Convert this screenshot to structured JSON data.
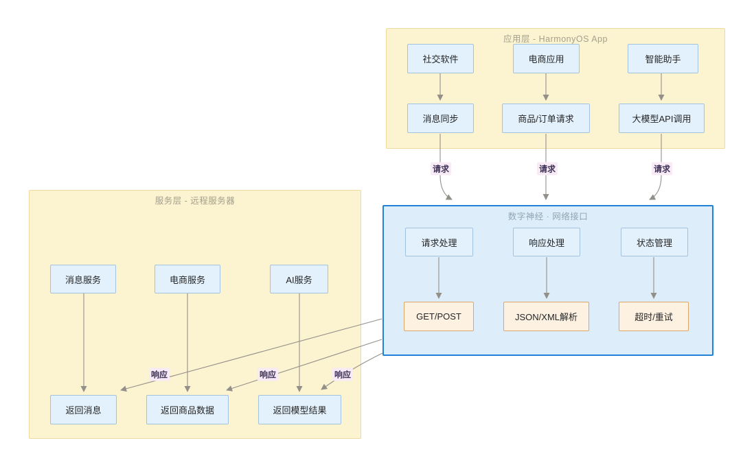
{
  "containers": {
    "app_layer": {
      "title": "应用层 - HarmonyOS App",
      "nodes": {
        "social": "社交软件",
        "ecommerce": "电商应用",
        "assistant": "智能助手",
        "message_sync": "消息同步",
        "order_request": "商品/订单请求",
        "llm_api_call": "大模型API调用"
      }
    },
    "network_layer": {
      "title": "数字神经 · 网络接口",
      "nodes": {
        "request_handling": "请求处理",
        "response_handling": "响应处理",
        "state_management": "状态管理",
        "get_post": "GET/POST",
        "json_xml_parse": "JSON/XML解析",
        "timeout_retry": "超时/重试"
      }
    },
    "service_layer": {
      "title": "服务层 - 远程服务器",
      "nodes": {
        "message_service": "消息服务",
        "ecommerce_service": "电商服务",
        "ai_service": "AI服务",
        "return_message": "返回消息",
        "return_goods_data": "返回商品数据",
        "return_model_result": "返回模型结果"
      }
    }
  },
  "flow_labels": {
    "requests": [
      {
        "text": "请求"
      },
      {
        "text": "请求"
      },
      {
        "text": "请求"
      }
    ],
    "responses": [
      {
        "text": "响应"
      },
      {
        "text": "响应"
      },
      {
        "text": "响应"
      }
    ]
  },
  "colors": {
    "container_yellow_fill": "#fcf3d0",
    "container_yellow_border": "#eeda9f",
    "container_blue_fill": "#ddeefa",
    "container_blue_border": "#1e82d9",
    "node_blue_fill": "#e3f1fc",
    "node_blue_border": "#a3c2de",
    "node_orange_fill": "#fdf1e2",
    "node_orange_border": "#dfa667",
    "edge_gray": "#93908a",
    "flow_label_text": "#3f3358",
    "flow_label_bg": "#f8ebf6",
    "title_gray_yellow": "#a5a08d",
    "title_gray_blue": "#93a4b2",
    "node_text": "#262626"
  }
}
